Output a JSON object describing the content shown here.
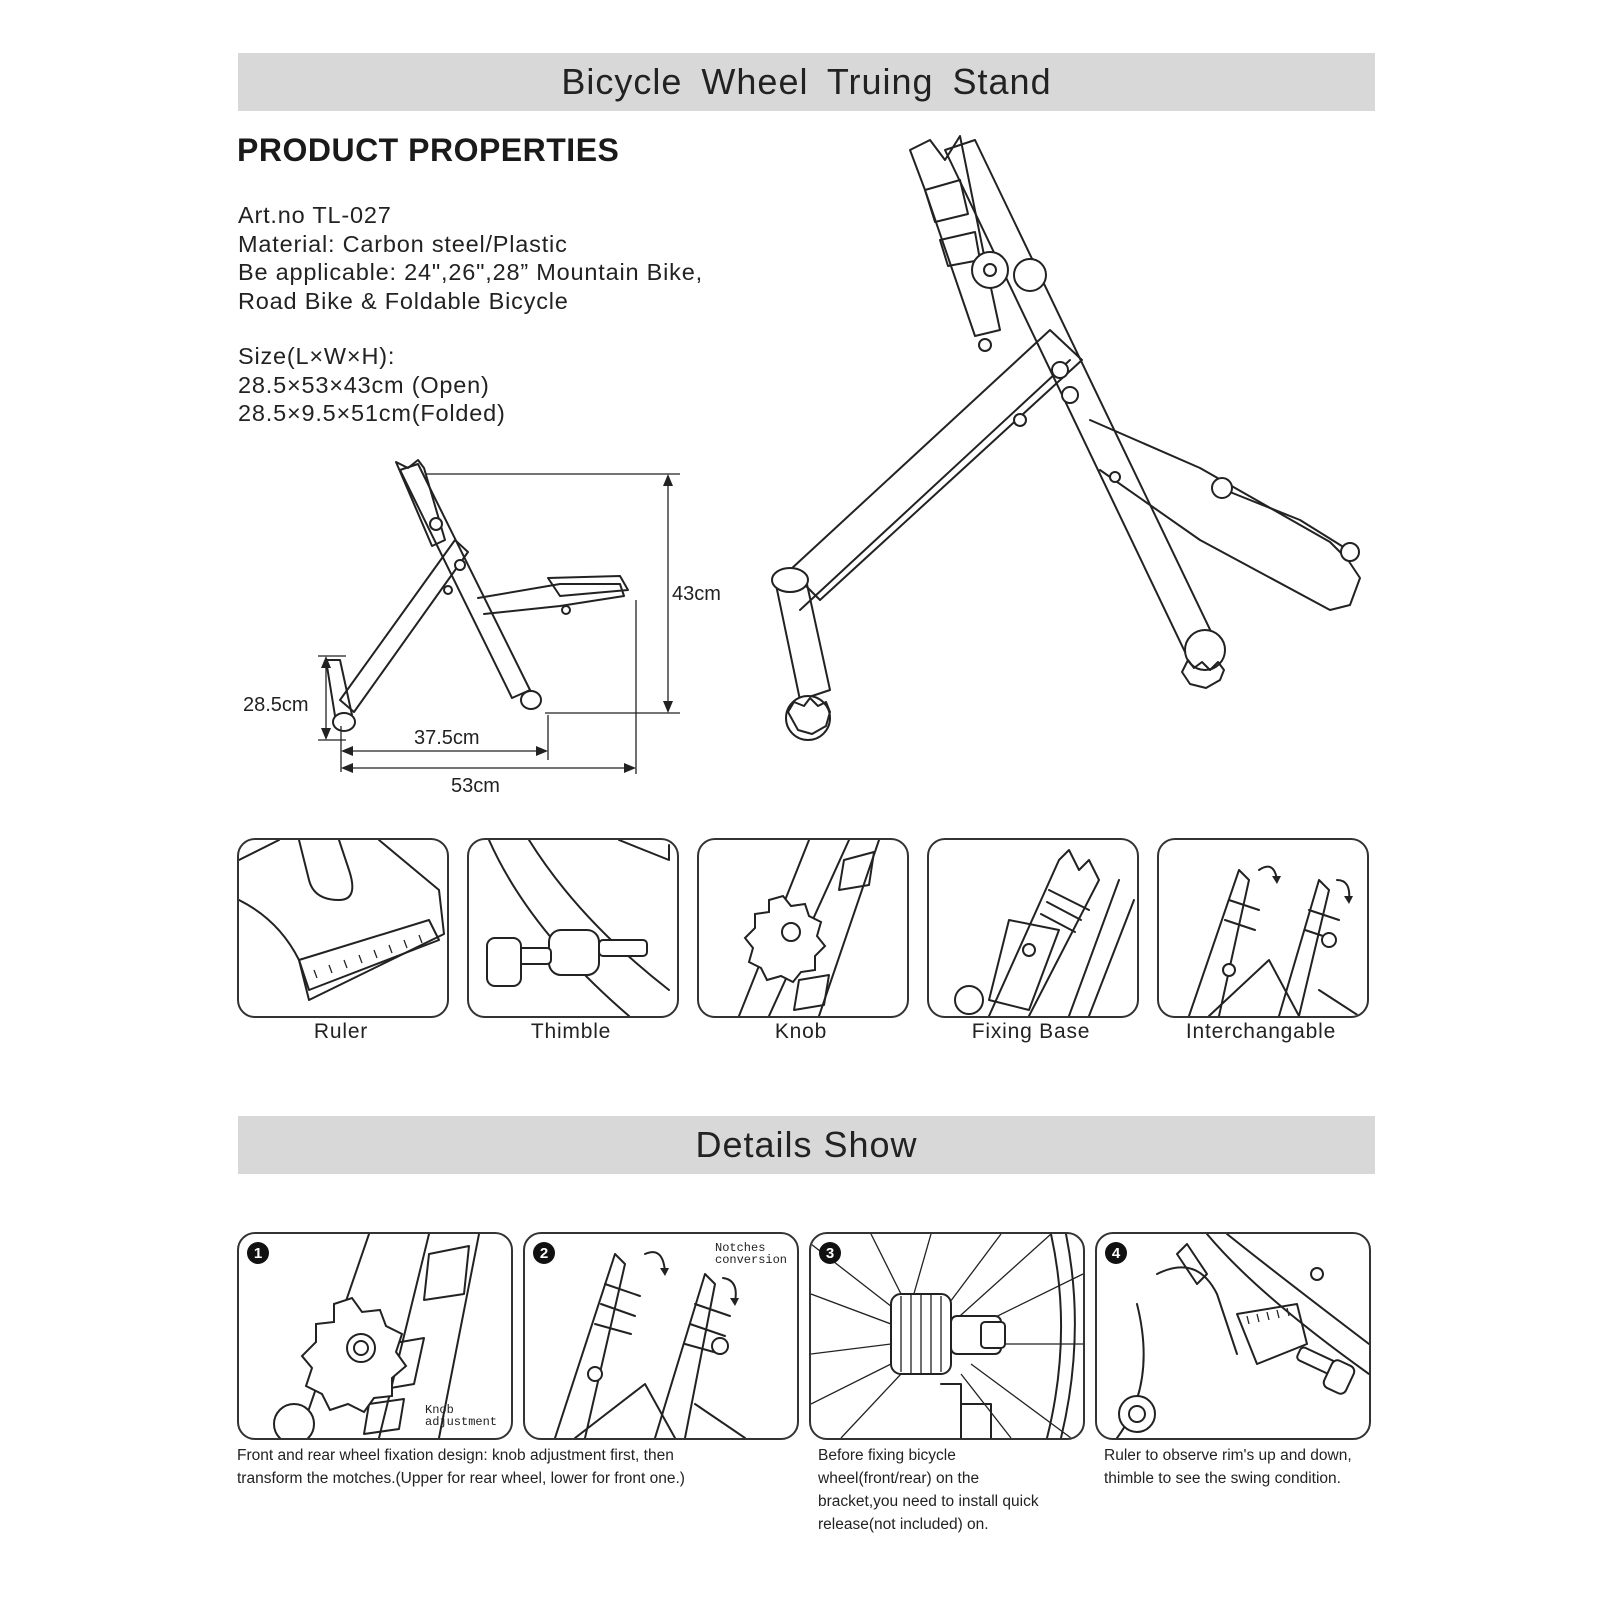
{
  "banner_top": "Bicycle  Wheel  Truing  Stand",
  "heading": "PRODUCT PROPERTIES",
  "properties": [
    "Art.no TL-027",
    "Material: Carbon steel/Plastic",
    "Be applicable: 24\",26\",28” Mountain Bike,",
    "Road Bike & Foldable Bicycle",
    "Size(L×W×H):",
    "28.5×53×43cm (Open)",
    "28.5×9.5×51cm(Folded)"
  ],
  "dimensions": {
    "height": "43cm",
    "depth": "28.5cm",
    "inner_width": "37.5cm",
    "outer_width": "53cm"
  },
  "features": [
    "Ruler",
    "Thimble",
    "Knob",
    "Fixing Base",
    "Interchangable"
  ],
  "banner_bottom": "Details Show",
  "details": {
    "numbers": [
      "1",
      "2",
      "3",
      "4"
    ],
    "annotation_1": [
      "Knob",
      "adjustment"
    ],
    "annotation_2": [
      "Notches",
      "conversion"
    ]
  },
  "captions": {
    "c1": [
      "Front and rear wheel fixation design: knob adjustment first, then",
      "transform the motches.(Upper for rear wheel, lower for front one.)"
    ],
    "c3": [
      "Before fixing bicycle",
      "wheel(front/rear) on the",
      "bracket,you need to install quick",
      "release(not included) on."
    ],
    "c4": [
      "Ruler to observe rim's up and down,",
      "thimble to see the swing condition."
    ]
  }
}
